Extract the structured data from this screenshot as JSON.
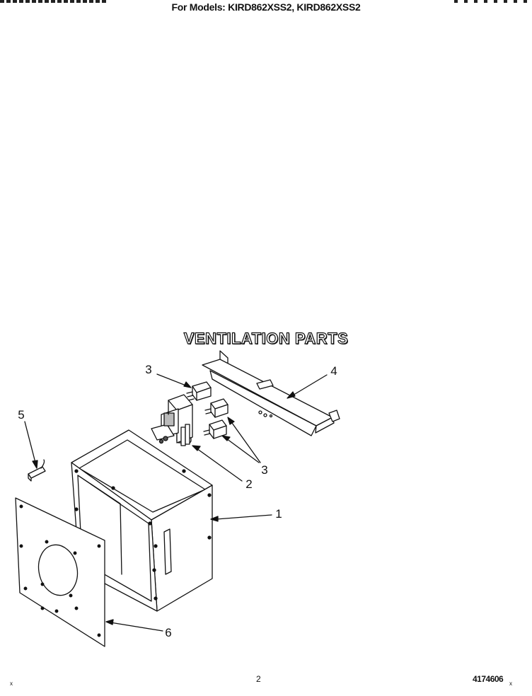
{
  "header": {
    "models_line": "For Models: KIRD862XSS2, KIRD862XSS2"
  },
  "section_title": "VENTILATION PARTS",
  "callouts": [
    {
      "id": "callout-3-top",
      "label": "3"
    },
    {
      "id": "callout-4",
      "label": "4"
    },
    {
      "id": "callout-5",
      "label": "5"
    },
    {
      "id": "callout-3-bottom",
      "label": "3"
    },
    {
      "id": "callout-2",
      "label": "2"
    },
    {
      "id": "callout-1",
      "label": "1"
    },
    {
      "id": "callout-6",
      "label": "6"
    }
  ],
  "footer": {
    "page_number": "2",
    "document_number": "4174606",
    "mark_left": "x",
    "mark_right": "x"
  }
}
